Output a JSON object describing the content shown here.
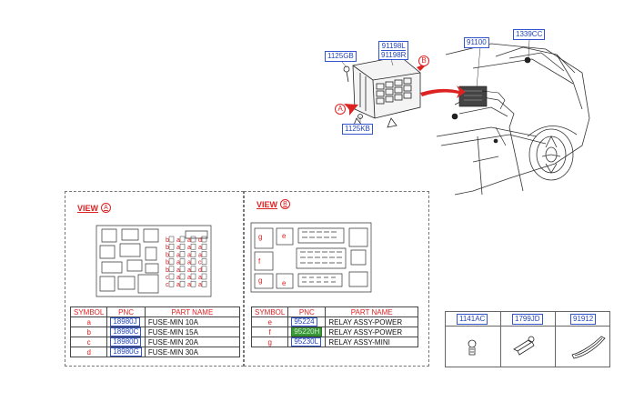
{
  "callouts": {
    "c1125gb": "1125GB",
    "c91198l": "91198L",
    "c91198r": "91198R",
    "c91100": "91100",
    "c1339cc": "1339CC",
    "c1125kb": "1125KB"
  },
  "view_markers": {
    "a": "A",
    "b": "B"
  },
  "view_a": {
    "title": "VIEW",
    "marker": "A",
    "headers": [
      "SYMBOL",
      "PNC",
      "PART NAME"
    ],
    "rows": [
      {
        "symbol": "a",
        "pnc": "18980J",
        "name": "FUSE-MIN 10A"
      },
      {
        "symbol": "b",
        "pnc": "18980C",
        "name": "FUSE-MIN 15A"
      },
      {
        "symbol": "c",
        "pnc": "18980D",
        "name": "FUSE-MIN 20A"
      },
      {
        "symbol": "d",
        "pnc": "18980G",
        "name": "FUSE-MIN 30A"
      }
    ],
    "fuse_letters": [
      "b",
      "a",
      "a",
      "d",
      "b",
      "a",
      "a",
      "a",
      "b",
      "a",
      "a",
      "a",
      "b",
      "a",
      "a",
      "c",
      "b",
      "a",
      "a",
      "d",
      "c",
      "a",
      "a",
      "a",
      "c",
      "a",
      "a",
      "a"
    ]
  },
  "view_b": {
    "title": "VIEW",
    "marker": "B",
    "headers": [
      "SYMBOL",
      "PNC",
      "PART NAME"
    ],
    "rows": [
      {
        "symbol": "e",
        "pnc": "95224",
        "name": "RELAY ASSY-POWER"
      },
      {
        "symbol": "f",
        "pnc": "95220H",
        "name": "RELAY ASSY-POWER",
        "highlight": true
      },
      {
        "symbol": "g",
        "pnc": "95230L",
        "name": "RELAY ASSY-MINI"
      }
    ],
    "relay_letters": {
      "g1": "g",
      "e1": "e",
      "f1": "f",
      "g2": "g",
      "e2": "e"
    }
  },
  "small_parts": [
    "1141AC",
    "1799JD",
    "91912"
  ],
  "colors": {
    "callout_blue": "#2244bb",
    "symbol_red": "#dd2222",
    "highlight_green": "#3a9a3a"
  }
}
